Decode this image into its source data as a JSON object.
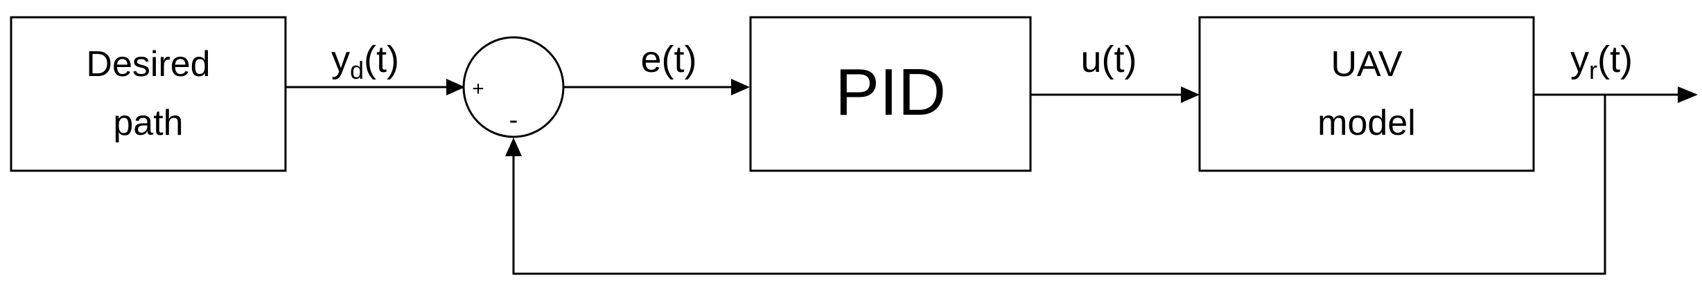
{
  "blocks": {
    "desired_path": {
      "line1": "Desired",
      "line2": "path"
    },
    "pid": {
      "label": "PID"
    },
    "uav_model": {
      "line1": "UAV",
      "line2": "model"
    }
  },
  "summing_junction": {
    "plus": "+",
    "minus": "-"
  },
  "signals": {
    "yd": {
      "base": "y",
      "sub": "d",
      "arg": "(t)"
    },
    "e": {
      "label": "e(t)"
    },
    "u": {
      "label": "u(t)"
    },
    "yr": {
      "base": "y",
      "sub": "r",
      "arg": "(t)"
    }
  }
}
